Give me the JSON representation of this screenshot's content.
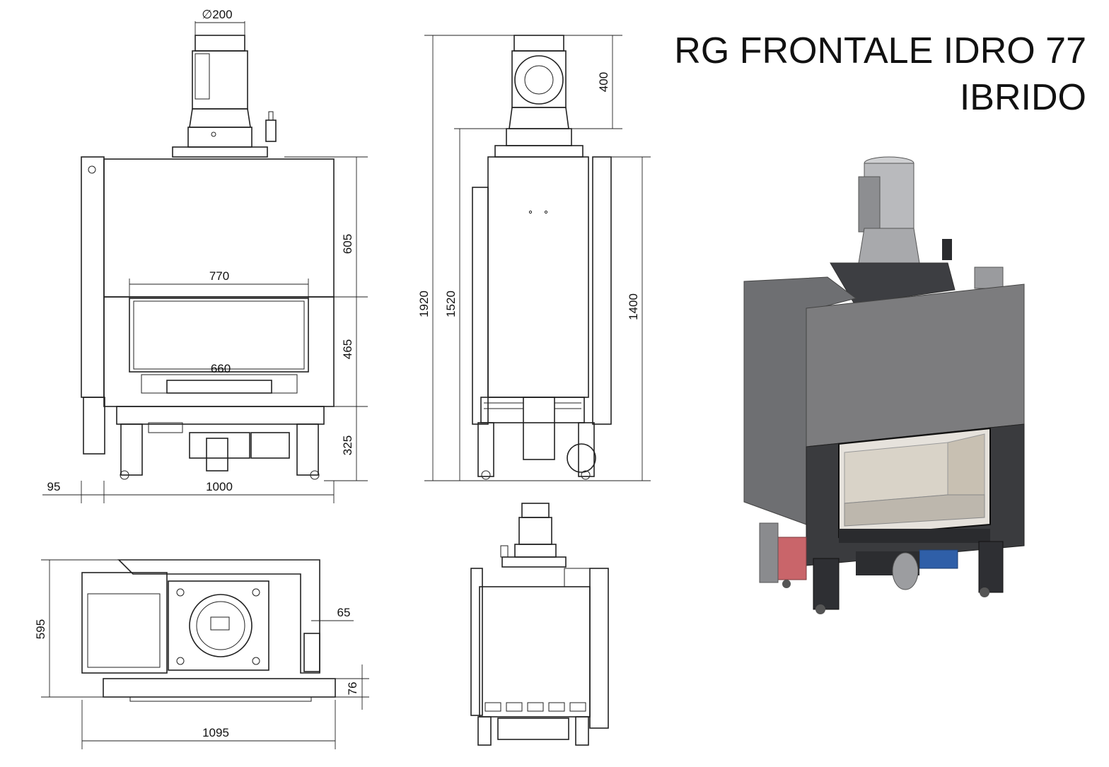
{
  "title": {
    "line1": "RG FRONTALE IDRO 77",
    "line2": "IBRIDO"
  },
  "front_view": {
    "flue_diameter": "∅200",
    "upper_height": "605",
    "door_height": "465",
    "base_height": "325",
    "opening_width": "770",
    "glass_width": "660",
    "side_offset": "95",
    "body_width": "1000"
  },
  "side_view": {
    "total_height": "1920",
    "body_height": "1520",
    "flue_height": "400",
    "panel_height": "1400"
  },
  "top_view": {
    "depth": "595",
    "front_projection": "65",
    "frame_depth": "76",
    "total_width": "1095"
  },
  "colors": {
    "line": "#222222",
    "render_body": "#7c7c7e",
    "render_dark": "#3a3b3e",
    "render_red": "#c9656a",
    "render_blue": "#2f5fa8"
  }
}
